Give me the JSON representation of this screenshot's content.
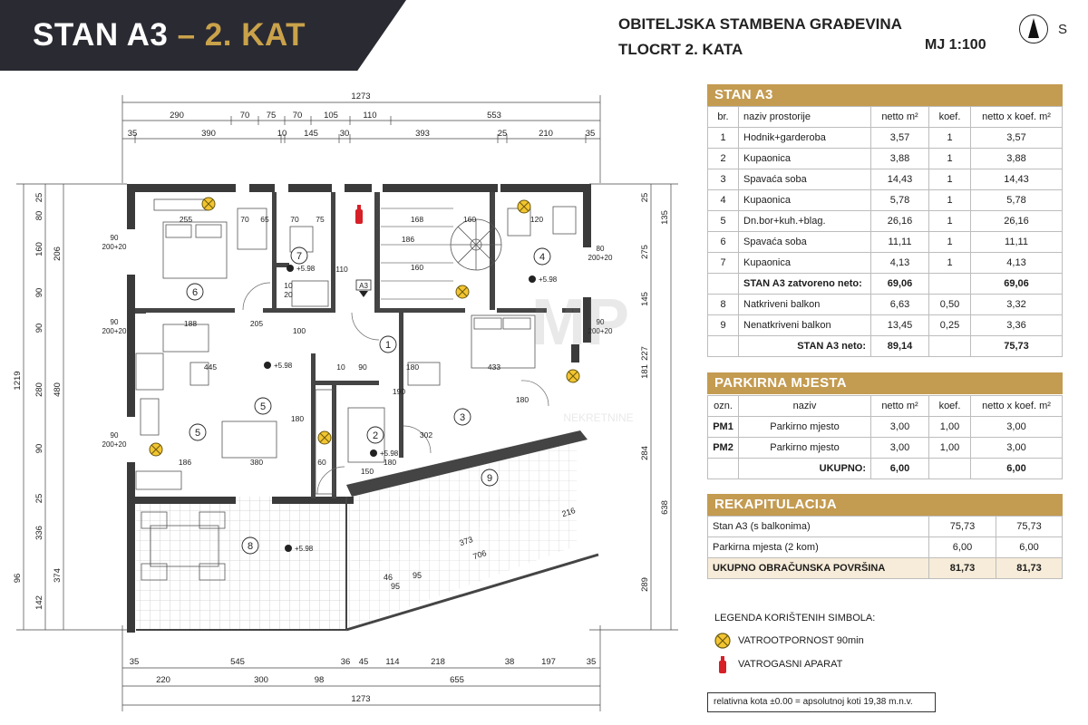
{
  "header": {
    "title_main": "STAN A3",
    "title_accent": "– 2. KAT",
    "project_line1": "OBITELJSKA STAMBENA GRAĐEVINA",
    "project_line2": "TLOCRT 2. KATA",
    "scale": "MJ 1:100",
    "north_label": "S"
  },
  "apartment": {
    "title": "STAN A3",
    "columns": [
      "br.",
      "naziv prostorije",
      "netto m²",
      "koef.",
      "netto x koef. m²"
    ],
    "rows": [
      {
        "no": "1",
        "name": "Hodnik+garderoba",
        "net": "3,57",
        "coef": "1",
        "weighted": "3,57"
      },
      {
        "no": "2",
        "name": "Kupaonica",
        "net": "3,88",
        "coef": "1",
        "weighted": "3,88"
      },
      {
        "no": "3",
        "name": "Spavaća soba",
        "net": "14,43",
        "coef": "1",
        "weighted": "14,43"
      },
      {
        "no": "4",
        "name": "Kupaonica",
        "net": "5,78",
        "coef": "1",
        "weighted": "5,78"
      },
      {
        "no": "5",
        "name": "Dn.bor+kuh.+blag.",
        "net": "26,16",
        "coef": "1",
        "weighted": "26,16"
      },
      {
        "no": "6",
        "name": "Spavaća soba",
        "net": "11,11",
        "coef": "1",
        "weighted": "11,11"
      },
      {
        "no": "7",
        "name": "Kupaonica",
        "net": "4,13",
        "coef": "1",
        "weighted": "4,13"
      }
    ],
    "closed_label": "STAN A3 zatvoreno neto:",
    "closed_net": "69,06",
    "closed_weighted": "69,06",
    "balconies": [
      {
        "no": "8",
        "name": "Natkriveni balkon",
        "net": "6,63",
        "coef": "0,50",
        "weighted": "3,32"
      },
      {
        "no": "9",
        "name": "Nenatkriveni balkon",
        "net": "13,45",
        "coef": "0,25",
        "weighted": "3,36"
      }
    ],
    "total_label": "STAN A3 neto:",
    "total_net": "89,14",
    "total_weighted": "75,73"
  },
  "parking": {
    "title": "PARKIRNA MJESTA",
    "columns": [
      "ozn.",
      "naziv",
      "netto m²",
      "koef.",
      "netto x koef. m²"
    ],
    "rows": [
      {
        "id": "PM1",
        "name": "Parkirno mjesto",
        "net": "3,00",
        "coef": "1,00",
        "weighted": "3,00"
      },
      {
        "id": "PM2",
        "name": "Parkirno mjesto",
        "net": "3,00",
        "coef": "1,00",
        "weighted": "3,00"
      }
    ],
    "total_label": "UKUPNO:",
    "total_net": "6,00",
    "total_weighted": "6,00"
  },
  "recap": {
    "title": "REKAPITULACIJA",
    "rows": [
      {
        "name": "Stan A3 (s balkonima)",
        "a": "75,73",
        "b": "75,73"
      },
      {
        "name": "Parkirna mjesta (2 kom)",
        "a": "6,00",
        "b": "6,00"
      }
    ],
    "total": {
      "name": "UKUPNO OBRAČUNSKA POVRŠINA",
      "a": "81,73",
      "b": "81,73"
    }
  },
  "legend": {
    "title": "LEGENDA KORIŠTENIH SIMBOLA:",
    "fire_resistance": "VATROOTPORNOST 90min",
    "extinguisher": "VATROGASNI APARAT"
  },
  "note": "relativna kota ±0.00 = apsolutnoj koti 19,38 m.n.v.",
  "plan": {
    "dims": {
      "top_total": "1273",
      "top_row2": [
        "290",
        "70",
        "75",
        "70",
        "105",
        "110",
        "553"
      ],
      "top_row3": [
        "35",
        "390",
        "10",
        "145",
        "30",
        "393",
        "25",
        "210",
        "35"
      ],
      "bottom_total": "1273",
      "bottom_row1": [
        "35",
        "545",
        "36",
        "45",
        "114",
        "218",
        "38",
        "197",
        "35"
      ],
      "bottom_row2": [
        "220",
        "300",
        "98",
        "655"
      ],
      "left_total": "1219",
      "left_col1": [
        "25",
        "80",
        "160",
        "90",
        "90",
        "280",
        "90",
        "25",
        "336",
        "96",
        "142"
      ],
      "left_col2": [
        "206",
        "480",
        "374"
      ],
      "right_col1": [
        "25",
        "135",
        "275",
        "145",
        "227",
        "181",
        "284",
        "289"
      ],
      "right_col2": [
        "638"
      ],
      "diag_373": "373",
      "diag_706": "706",
      "diag_216": "216",
      "dim_46": "46",
      "dim_95": "95",
      "dim_95b": "95"
    },
    "windows": {
      "w90_200_20": "90",
      "w_200_20": "200+20",
      "w80": "80"
    },
    "interior": {
      "d255": "255",
      "d70": "70",
      "d65": "65",
      "d75": "75",
      "d168": "168",
      "d160": "160",
      "d120": "120",
      "d186": "186",
      "d160b": "160",
      "d110": "110",
      "d10": "10",
      "d20": "20",
      "d188": "188",
      "d205": "205",
      "d100": "100",
      "d445": "445",
      "d180": "180",
      "d433": "433",
      "d302": "302",
      "d186b": "186",
      "d380": "380",
      "d60": "60",
      "d150": "150",
      "d180b": "180",
      "d190": "190",
      "d10b": "10",
      "d90": "90",
      "d180c": "180"
    },
    "levels": {
      "l598": "+5.98"
    },
    "labels": {
      "tag_a3": "A3"
    },
    "rooms": [
      "1",
      "2",
      "3",
      "4",
      "5",
      "5",
      "6",
      "7",
      "8",
      "9"
    ],
    "watermark": {
      "mark": "MP",
      "line1": "NEKRETNINE"
    }
  }
}
